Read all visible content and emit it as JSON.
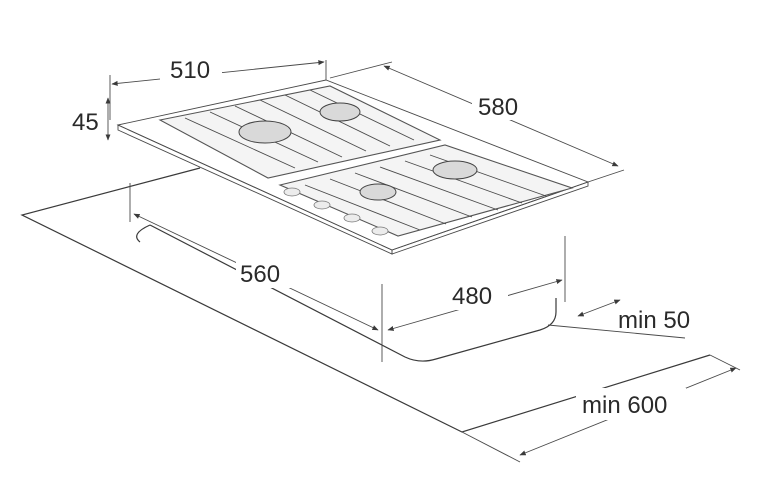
{
  "dimensions": {
    "width": "510",
    "height": "45",
    "depth": "580",
    "cutout_width": "560",
    "cutout_depth": "480",
    "min_clearance": "min 50",
    "min_worktop": "min 600"
  },
  "colors": {
    "line": "#3a3a3a",
    "text": "#2a2a2a",
    "background": "#ffffff"
  }
}
